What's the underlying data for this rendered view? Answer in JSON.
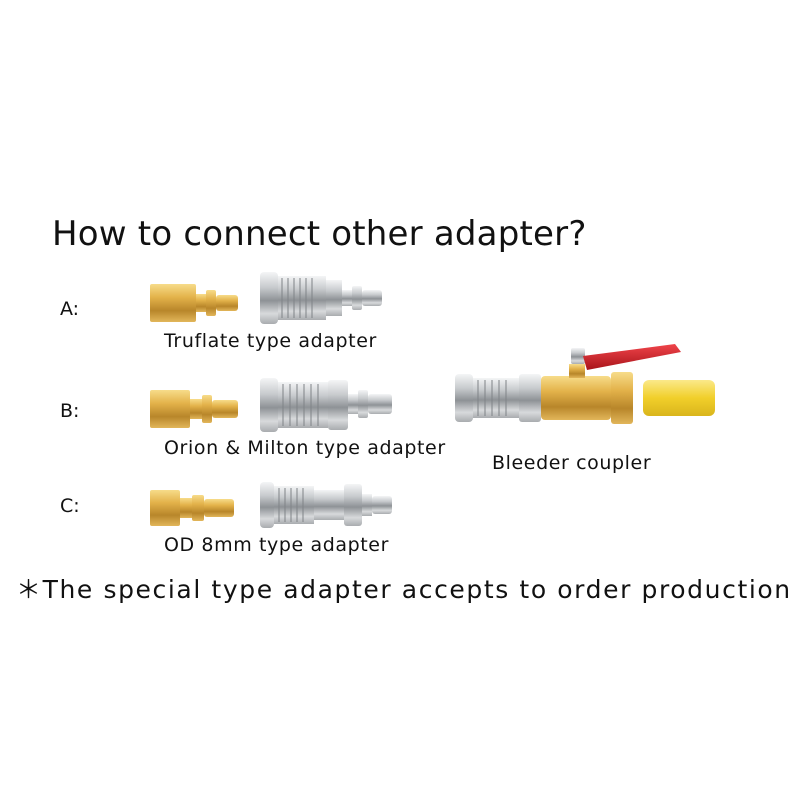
{
  "title": "How to connect other adapter?",
  "rows": [
    {
      "label": "A:",
      "caption": "Truflate type adapter"
    },
    {
      "label": "B:",
      "caption": "Orion & Milton type adapter"
    },
    {
      "label": "C:",
      "caption": "OD 8mm type adapter"
    }
  ],
  "bleeder_caption": "Bleeder coupler",
  "note": "＊The special type adapter accepts to order production",
  "colors": {
    "brass": "#d9a93a",
    "chrome": "#c9ccd0",
    "handle": "#d81f26",
    "hose": "#f2d23a"
  }
}
